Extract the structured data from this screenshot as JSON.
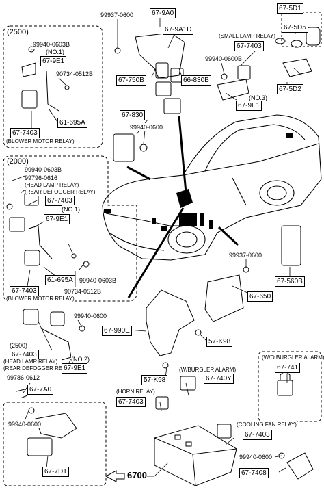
{
  "labels": {
    "99937_top": "99937-0600",
    "67_9A0": "67-9A0",
    "67_9A1D": "67-9A1D",
    "67_750B": "67-750B",
    "66_830B": "66-830B",
    "67_830": "67-830",
    "99940_0600_a": "99940-0600",
    "small_lamp_relay": "(SMALL LAMP RELAY)",
    "67_7403_small": "67-7403",
    "99940_0600B_a": "99940-0600B",
    "no3": "(NO.3)",
    "67_9E1_a": "67-9E1",
    "67_5D1": "67-5D1",
    "67_5D5": "67-5D5",
    "67_5D2": "67-5D2",
    "g2500": "(2500)",
    "99940_0603B_a": "99940-0603B",
    "no1": "(NO.1)",
    "67_9E1_b": "67-9E1",
    "90734_0512B_a": "90734-0512B",
    "61_695A_a": "61-695A",
    "67_7403_blower_a": "67-7403",
    "blower_motor_relay": "(BLOWER MOTOR RELAY)",
    "g2000": "(2000)",
    "99940_0603B_b": "99940-0603B",
    "99796_0616": "99796-0616",
    "head_lamp_relay": "(HEAD LAMP RELAY)",
    "rear_defogger_relay": "(REAR DEFOGGER RELAY)",
    "67_7403_b": "67-7403",
    "67_9E1_c": "67-9E1",
    "61_695A_b": "61-695A",
    "99940_0603B_c": "99940-0603B",
    "67_7403_blower_b": "67-7403",
    "90734_0512B_b": "90734-0512B",
    "99937_mid": "99937-0600",
    "67_560B": "67-560B",
    "67_650": "67-650",
    "99940_0600_b": "99940-0600",
    "67_990E": "67-990E",
    "57_K98_a": "57-K98",
    "57_K98_b": "57-K98",
    "67_7403_c": "67-7403",
    "no2": "(NO.2)",
    "67_9E1_d": "67-9E1",
    "99786_0612": "99786-0612",
    "67_7A0": "67-7A0",
    "99940_0600_c": "99940-0600",
    "67_7D1": "67-7D1",
    "w_burglar_alarm": "(W/BURGLER ALARM)",
    "67_740Y": "67-740Y",
    "horn_relay": "(HORN RELAY)",
    "67_7403_horn": "67-7403",
    "wo_burglar_alarm": "(W/O BURGLER ALARM)",
    "67_741": "67-741",
    "cooling_fan_relay": "(COOLING FAN RELAY)",
    "67_7403_fan": "67-7403",
    "99940_0600_d": "99940-0600",
    "67_7408": "67-7408",
    "6700": "6700"
  }
}
